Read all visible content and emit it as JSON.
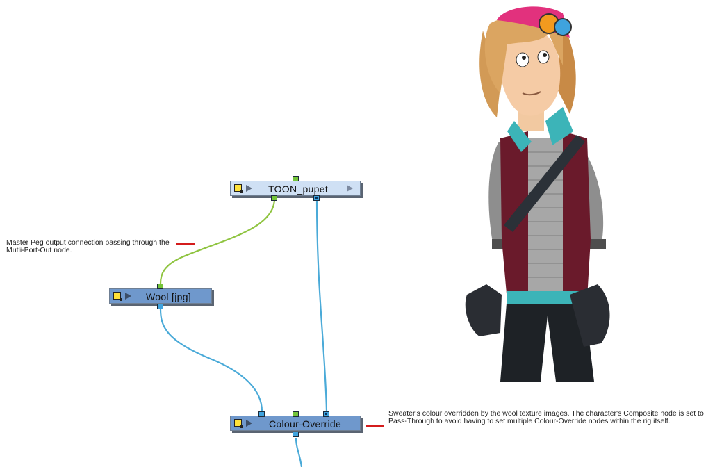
{
  "nodes": {
    "toon_pupet": {
      "label": "TOON_pupet"
    },
    "wool": {
      "label": "Wool  [jpg]"
    },
    "colour_override": {
      "label": "Colour-Override"
    }
  },
  "annotations": {
    "master_peg": "Master Peg output connection passing through the Mutli-Port-Out node.",
    "sweater": "Sweater's colour overridden by the wool texture images. The character's Composite node is set to Pass-Through to avoid having to set multiple Colour-Override nodes within the rig itself."
  },
  "colors": {
    "peg_connection": "#8fc440",
    "image_connection": "#4aaad8",
    "annotation_marker": "#d41c1c",
    "selected_node": "#cfe0f4",
    "node": "#6f98cc"
  }
}
